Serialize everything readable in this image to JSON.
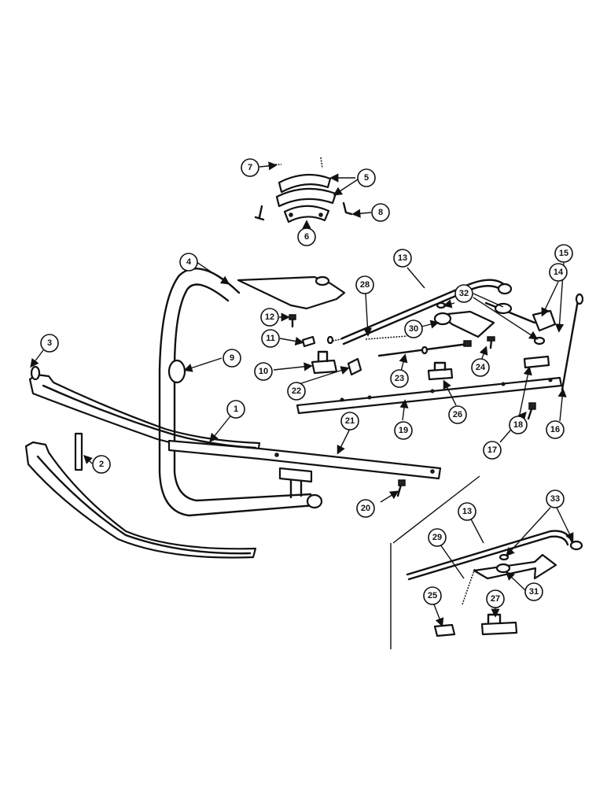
{
  "callouts": [
    "1",
    "2",
    "3",
    "4",
    "5",
    "6",
    "7",
    "8",
    "9",
    "10",
    "11",
    "12",
    "13",
    "13",
    "14",
    "15",
    "16",
    "17",
    "18",
    "19",
    "20",
    "21",
    "22",
    "23",
    "24",
    "25",
    "26",
    "27",
    "28",
    "29",
    "30",
    "31",
    "32",
    "33"
  ]
}
